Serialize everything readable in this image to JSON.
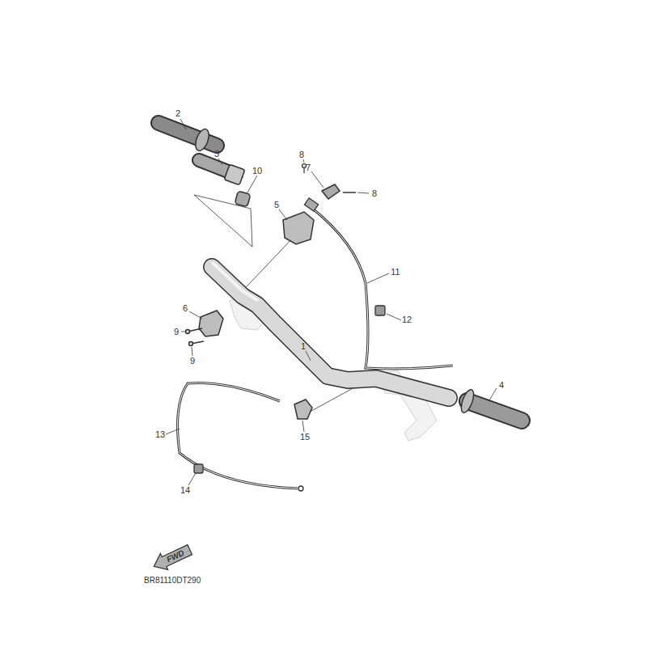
{
  "diagram": {
    "nodes": [
      {
        "text": [
          "FWD"
        ]
      }
    ],
    "labels": [
      "2",
      "3",
      "10",
      "8",
      "7",
      "8",
      "5",
      "11",
      "1",
      "6",
      "9",
      "9",
      "12",
      "4",
      "13",
      "15",
      "14",
      "BR81110DT290"
    ]
  }
}
